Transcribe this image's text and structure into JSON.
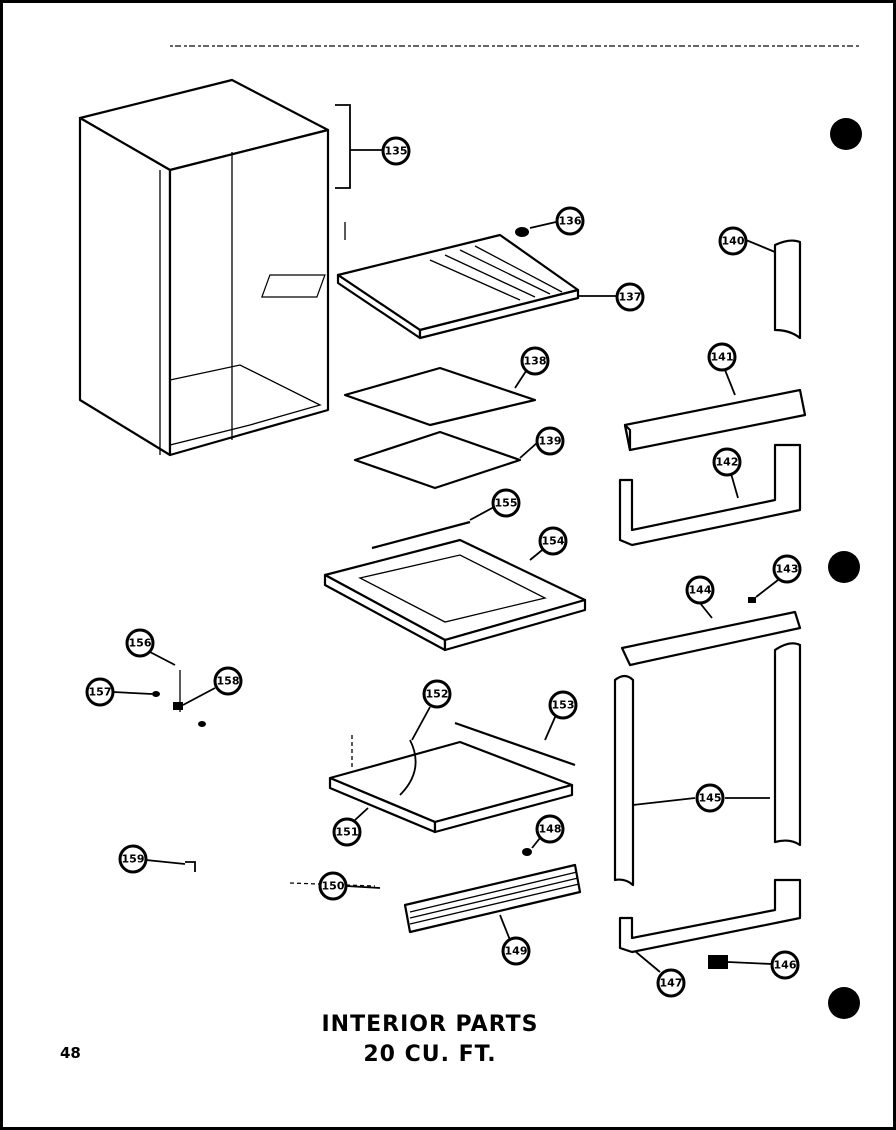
{
  "title_line1": "INTERIOR PARTS",
  "title_line2": "20 CU. FT.",
  "page_number": "48",
  "callouts": [
    "135",
    "136",
    "137",
    "138",
    "139",
    "140",
    "141",
    "142",
    "143",
    "144",
    "145",
    "146",
    "147",
    "148",
    "149",
    "150",
    "151",
    "152",
    "153",
    "154",
    "155",
    "156",
    "157",
    "158",
    "159",
    "140",
    "145"
  ]
}
